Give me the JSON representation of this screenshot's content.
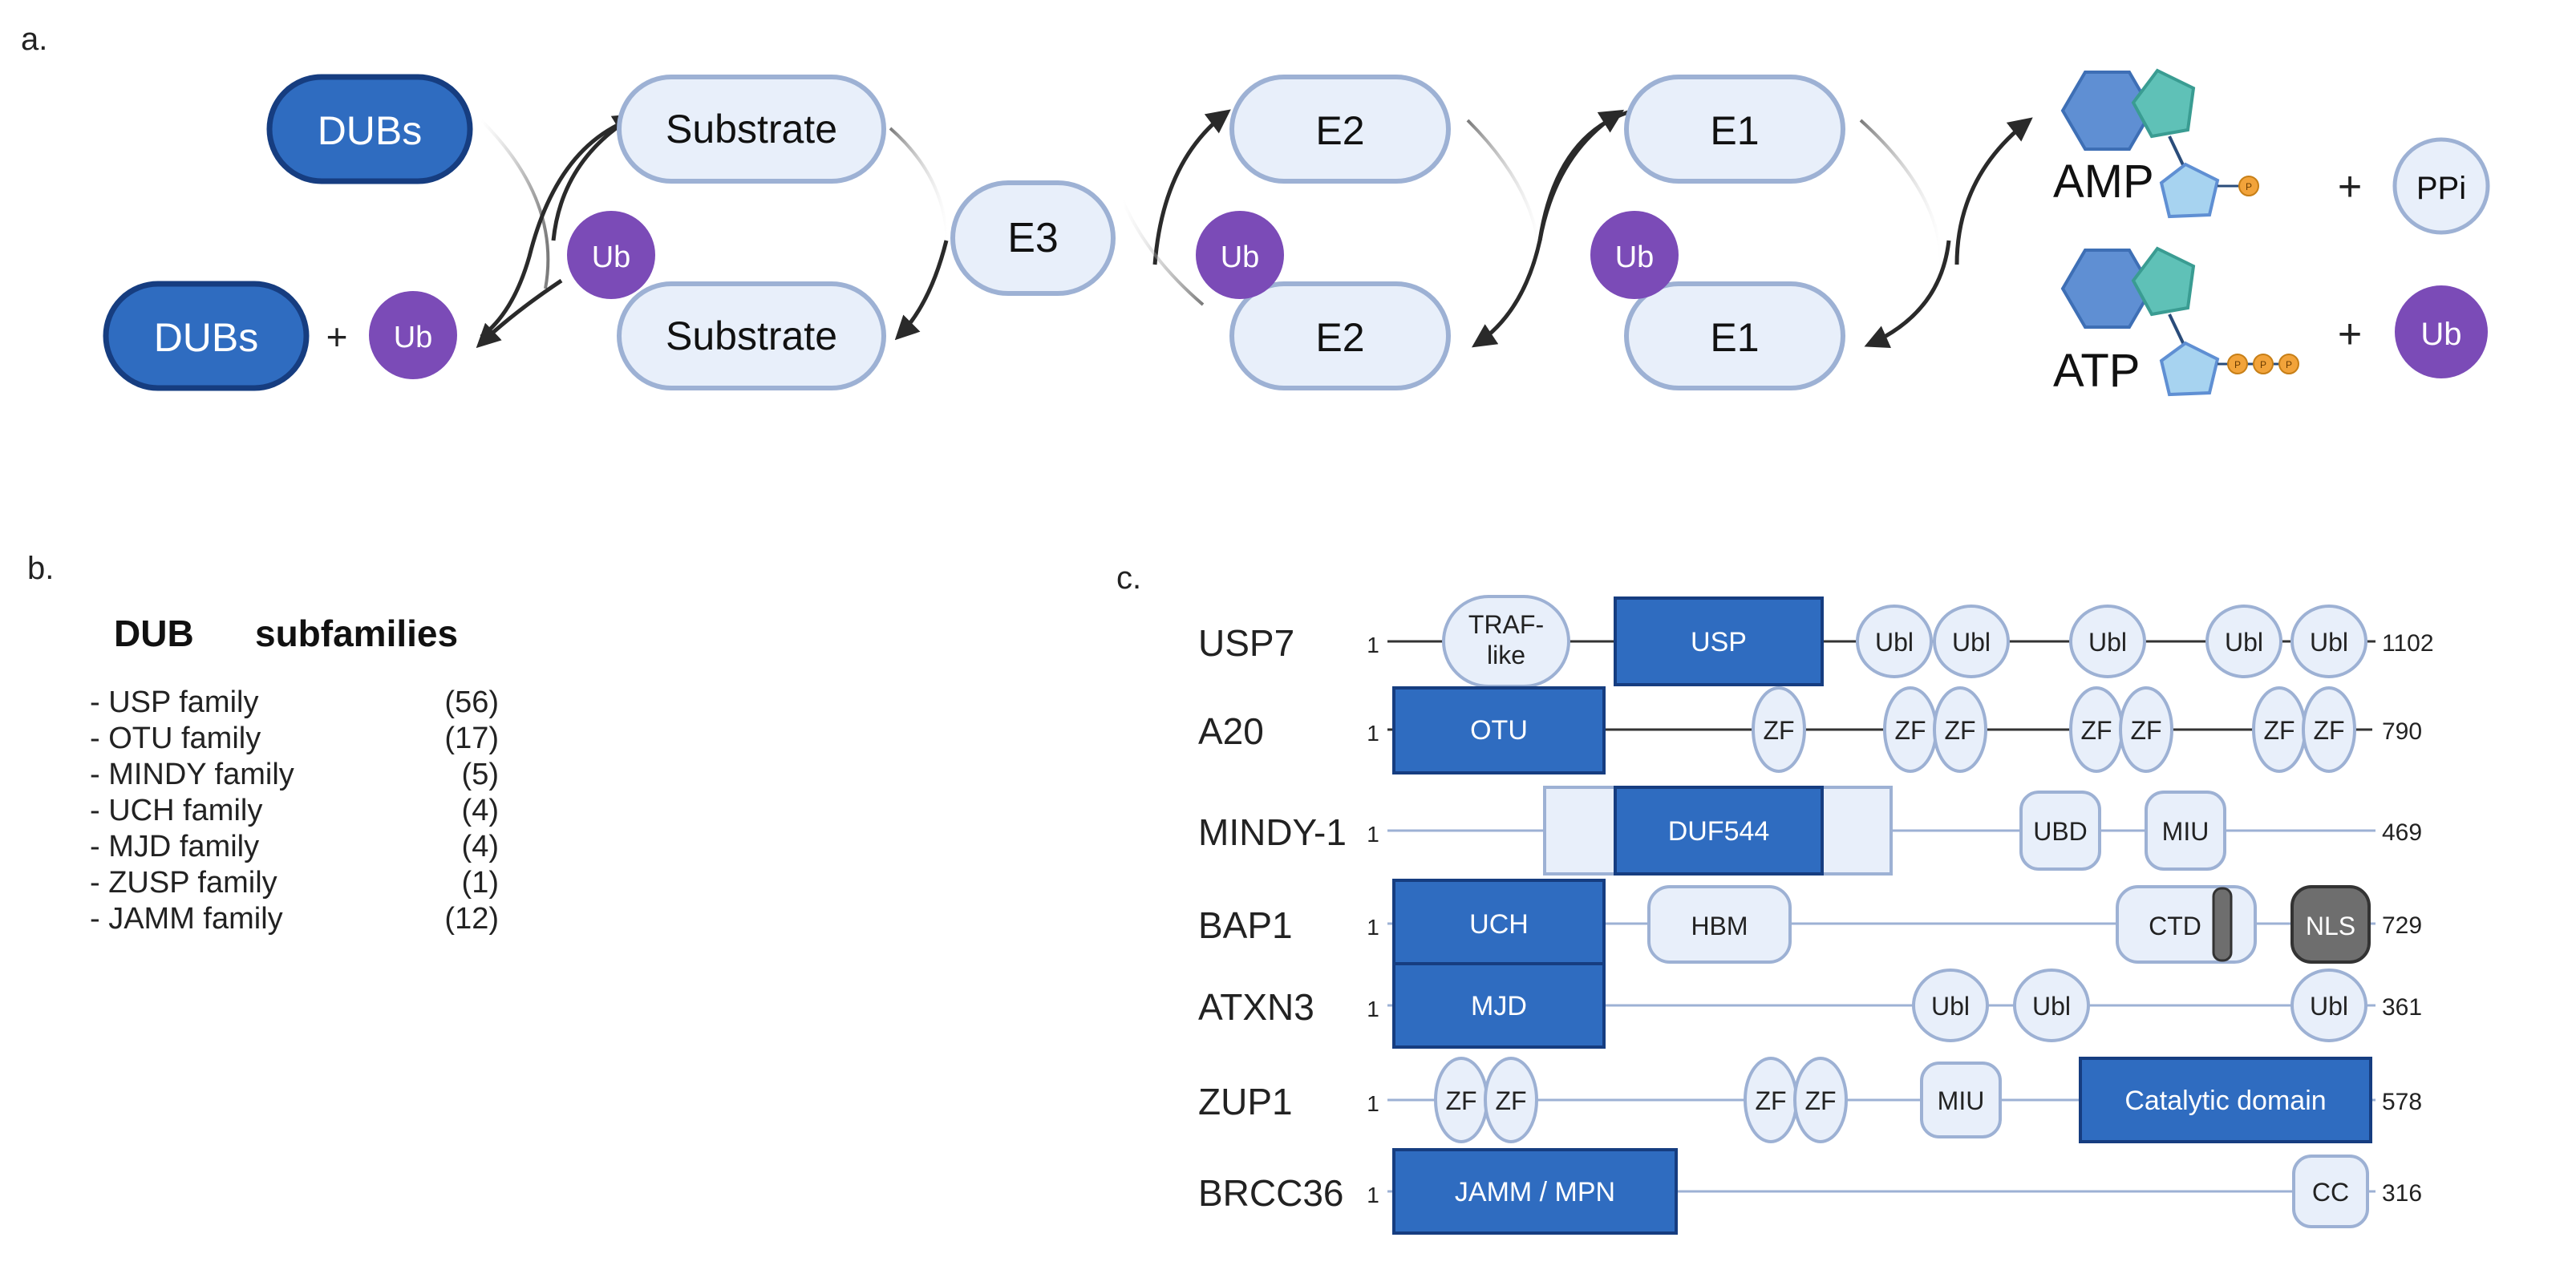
{
  "panel_a": {
    "label": "a.",
    "dubs_top": "DUBs",
    "dubs_bottom": "DUBs",
    "plus_left": "+",
    "ub": "Ub",
    "substrate_top": "Substrate",
    "substrate_bottom": "Substrate",
    "e3": "E3",
    "e2_top": "E2",
    "e2_bottom": "E2",
    "e1_top": "E1",
    "e1_bottom": "E1",
    "amp": "AMP",
    "atp": "ATP",
    "phosphate": "P",
    "plus_right_top": "+",
    "plus_right_bottom": "+",
    "ppi": "PPi"
  },
  "panel_b": {
    "label": "b.",
    "title_left": "DUB",
    "title_right": "subfamilies",
    "families": [
      {
        "name": "- USP family",
        "count": "(56)"
      },
      {
        "name": "- OTU family",
        "count": "(17)"
      },
      {
        "name": "- MINDY family",
        "count": "(5)"
      },
      {
        "name": "- UCH family",
        "count": "(4)"
      },
      {
        "name": "- MJD family",
        "count": "(4)"
      },
      {
        "name": "- ZUSP family",
        "count": "(1)"
      },
      {
        "name": "- JAMM family",
        "count": "(12)"
      }
    ]
  },
  "panel_c": {
    "label": "c.",
    "proteins": [
      {
        "name": "USP7",
        "start": "1",
        "end": "1102",
        "domains": [
          "TRAF-like",
          "USP",
          "Ubl",
          "Ubl",
          "Ubl",
          "Ubl",
          "Ubl"
        ]
      },
      {
        "name": "A20",
        "start": "1",
        "end": "790",
        "domains": [
          "OTU",
          "ZF",
          "ZF",
          "ZF",
          "ZF",
          "ZF",
          "ZF",
          "ZF"
        ]
      },
      {
        "name": "MINDY-1",
        "start": "1",
        "end": "469",
        "domains": [
          "DUF544",
          "UBD",
          "MIU"
        ]
      },
      {
        "name": "BAP1",
        "start": "1",
        "end": "729",
        "domains": [
          "UCH",
          "HBM",
          "CTD",
          "NLS"
        ]
      },
      {
        "name": "ATXN3",
        "start": "1",
        "end": "361",
        "domains": [
          "MJD",
          "Ubl",
          "Ubl",
          "Ubl"
        ]
      },
      {
        "name": "ZUP1",
        "start": "1",
        "end": "578",
        "domains": [
          "ZF",
          "ZF",
          "ZF",
          "ZF",
          "MIU",
          "Catalytic domain"
        ]
      },
      {
        "name": "BRCC36",
        "start": "1",
        "end": "316",
        "domains": [
          "JAMM / MPN",
          "CC"
        ]
      }
    ]
  },
  "colors": {
    "dark_blue": "#2f6cc0",
    "light_fill": "#e8effa",
    "light_stroke": "#9db1d4",
    "ub_purple": "#7b4bb7",
    "phosphate_orange": "#f2a33a",
    "hexagon": "#5f8fd3",
    "pentagon_teal": "#5fc1b7",
    "pentagon_light": "#a7d3f0",
    "nls_gray": "#6e6e6e"
  }
}
